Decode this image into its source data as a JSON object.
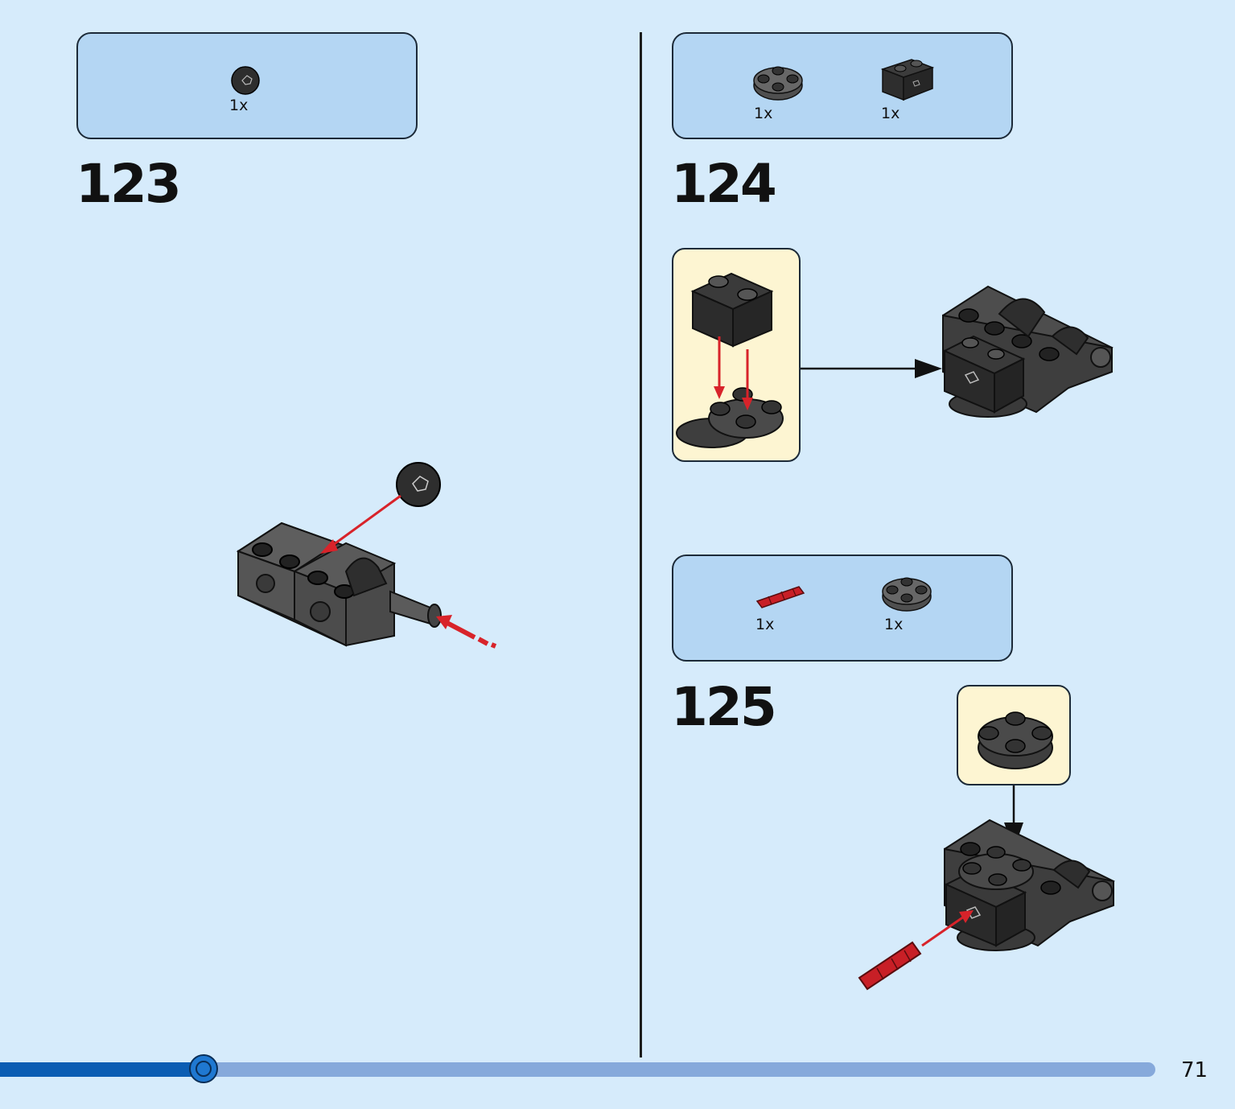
{
  "steps": [
    {
      "number": "123",
      "parts": [
        {
          "qty": "1x",
          "icon": "black-ball-joint"
        }
      ]
    },
    {
      "number": "124",
      "parts": [
        {
          "qty": "1x",
          "icon": "dark-gray-round-plate"
        },
        {
          "qty": "1x",
          "icon": "black-brick-1x2-axle-hole"
        }
      ]
    },
    {
      "number": "125",
      "parts": [
        {
          "qty": "1x",
          "icon": "red-axle"
        },
        {
          "qty": "1x",
          "icon": "dark-gray-round-plate"
        }
      ]
    }
  ],
  "progress": {
    "fraction": 0.176
  },
  "page_number": "71",
  "colors": {
    "background": "#d6ebfb",
    "parts_box": "#b4d6f3",
    "callout": "#fdf5d2",
    "progress_fill": "#0b5db3",
    "progress_track": "#86a9db",
    "arrow_red": "#d8232a",
    "brick_black": "#2e2e2e",
    "brick_gray": "#5a5a5a"
  }
}
